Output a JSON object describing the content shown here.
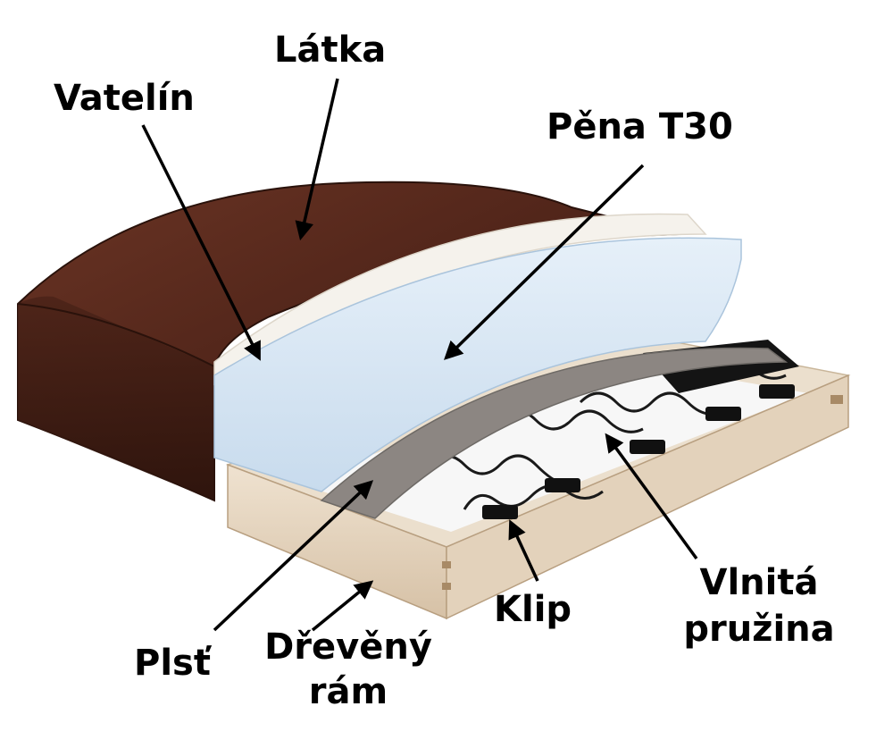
{
  "labels": {
    "latka": "Látka",
    "vatelin": "Vatelín",
    "pena": "Pěna T30",
    "plst": "Plsť",
    "drevene_ram_1": "Dřevěný",
    "drevene_ram_2": "rám",
    "klip": "Klip",
    "vlnita_1": "Vlnitá",
    "vlnita_2": "pružina"
  },
  "colors": {
    "leather": "#5a2a1c",
    "wadding": "#f4f1ec",
    "foam": "#d6e6f3",
    "felt": "#8c8682",
    "wood": "#e8d8c4",
    "spring": "#1a1a1a"
  }
}
